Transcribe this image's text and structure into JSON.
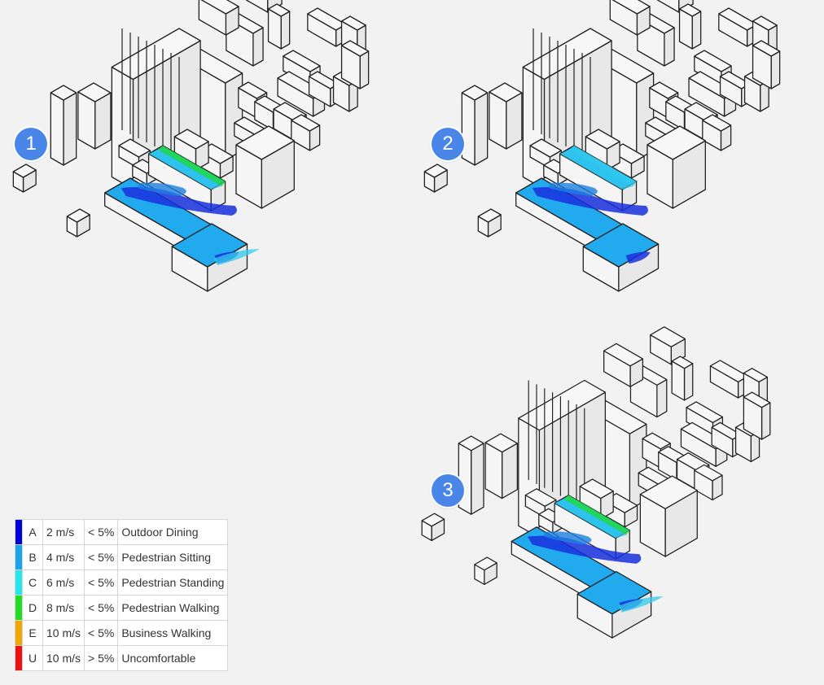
{
  "scenes": [
    {
      "badge": "1"
    },
    {
      "badge": "2"
    },
    {
      "badge": "3"
    }
  ],
  "legend": {
    "rows": [
      {
        "letter": "A",
        "speed": "2 m/s",
        "freq": "< 5%",
        "label": "Outdoor Dining",
        "color": "#0000dd"
      },
      {
        "letter": "B",
        "speed": "4 m/s",
        "freq": "< 5%",
        "label": "Pedestrian Sitting",
        "color": "#1aa3e8"
      },
      {
        "letter": "C",
        "speed": "6 m/s",
        "freq": "< 5%",
        "label": "Pedestrian Standing",
        "color": "#22e8ee"
      },
      {
        "letter": "D",
        "speed": "8 m/s",
        "freq": "< 5%",
        "label": "Pedestrian Walking",
        "color": "#22dd22"
      },
      {
        "letter": "E",
        "speed": "10 m/s",
        "freq": "< 5%",
        "label": "Business Walking",
        "color": "#f2a600"
      },
      {
        "letter": "U",
        "speed": "10 m/s",
        "freq": "> 5%",
        "label": "Uncomfortable",
        "color": "#ee1111"
      }
    ]
  },
  "colors": {
    "badge": "#4a86e8",
    "building_top": "#f7f7f7",
    "building_side": "#d9d9d9",
    "outline": "#222222",
    "roof_base": "#22aaee",
    "roof_calm": "#1830dd",
    "roof_mid": "#33ccee",
    "roof_edge": "#22dd44"
  }
}
